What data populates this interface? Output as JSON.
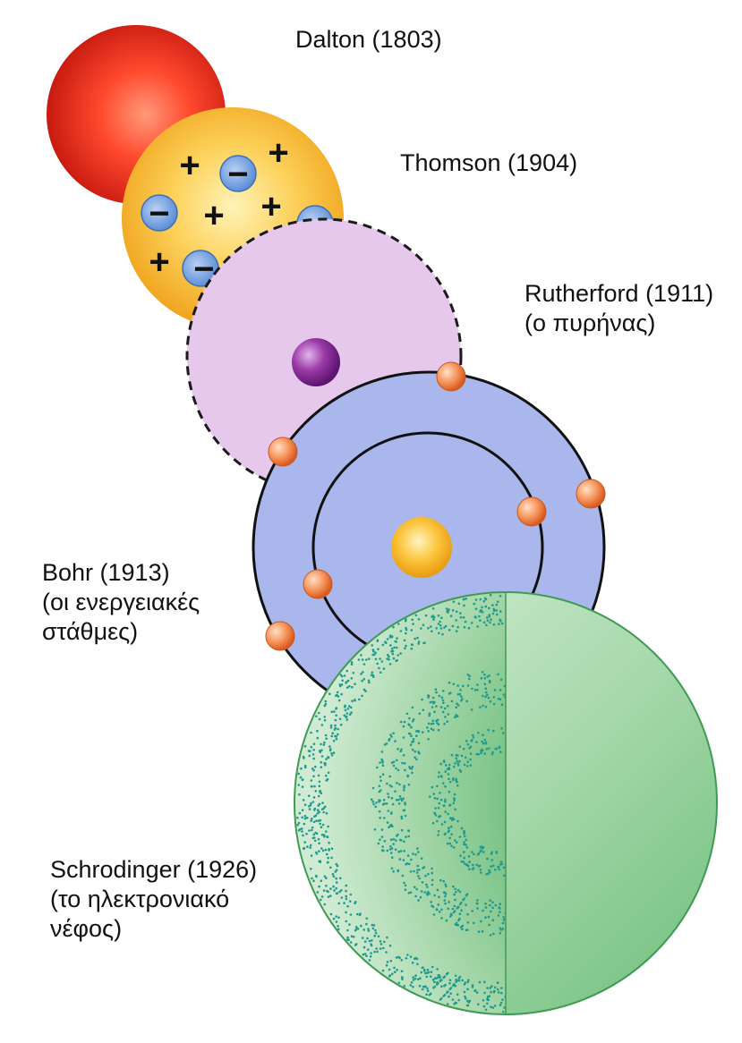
{
  "models": [
    {
      "id": "dalton",
      "lines": [
        "Dalton (1803)"
      ]
    },
    {
      "id": "thomson",
      "lines": [
        "Thomson (1904)"
      ]
    },
    {
      "id": "rutherford",
      "lines": [
        "Rutherford (1911)",
        "(ο πυρήνας)"
      ]
    },
    {
      "id": "bohr",
      "lines": [
        "Bohr (1913)",
        "(οι ενεργειακές",
        "στάθμες)"
      ]
    },
    {
      "id": "schrodinger",
      "lines": [
        "Schrodinger (1926)",
        "(το ηλεκτρονιακό",
        "νέφος)"
      ]
    }
  ],
  "symbols": {
    "plus": "+",
    "minus": "−"
  },
  "colors": {
    "dalton": "#e8402a",
    "thomson": "#f5b82e",
    "thomson_electron": "#6f9fdc",
    "rutherford": "#e6c8ec",
    "rutherford_nucleus": "#8e2f99",
    "bohr": "#a9b7ec",
    "bohr_nucleus": "#f5b522",
    "electron": "#f08c50",
    "schrodinger": "#6fbf7c",
    "cloud_dots": "#1f9a8e"
  }
}
